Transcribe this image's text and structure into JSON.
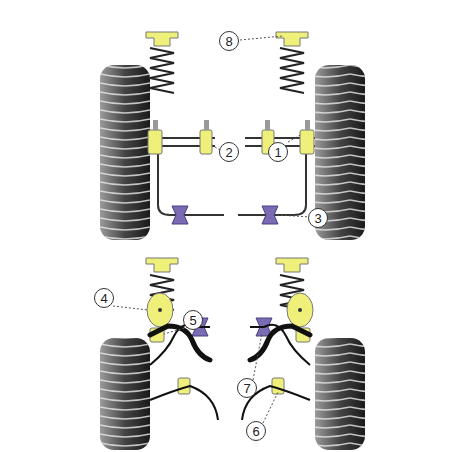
{
  "diagram": {
    "labels": [
      "8",
      "2",
      "1",
      "3",
      "4",
      "5",
      "7",
      "6"
    ]
  }
}
